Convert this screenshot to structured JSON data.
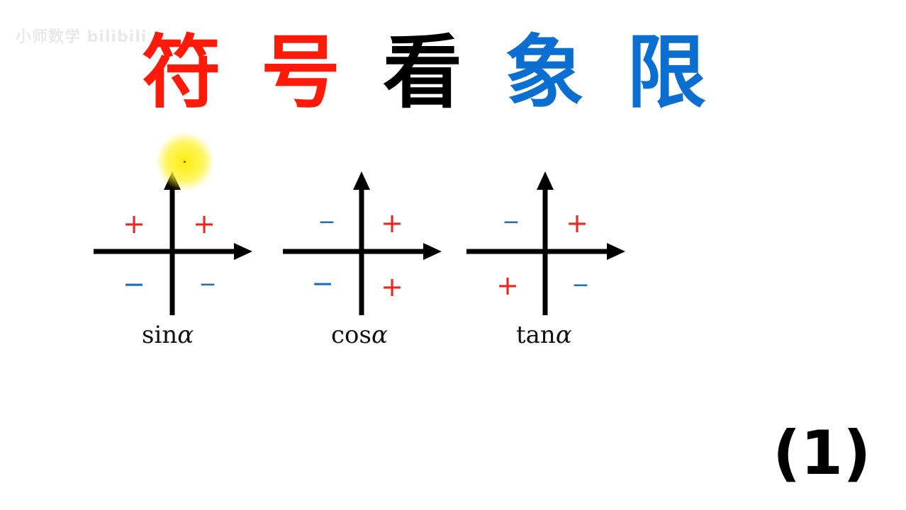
{
  "watermark": "小师数学 bilibili",
  "title": {
    "chars": [
      {
        "text": "符",
        "color": "#ff1a0a"
      },
      {
        "text": "号",
        "color": "#ff1a0a"
      },
      {
        "text": "看",
        "color": "#000000"
      },
      {
        "text": "象",
        "color": "#0a6fd0"
      },
      {
        "text": "限",
        "color": "#0a6fd0"
      }
    ]
  },
  "colors": {
    "plus": "#e8271e",
    "minus": "#1a6fbf",
    "axis": "#000000"
  },
  "diagrams": [
    {
      "label_fn": "sin",
      "label_var": "α",
      "q1": "+",
      "q2": "+",
      "q3": "−",
      "q4": "−"
    },
    {
      "label_fn": "cos",
      "label_var": "α",
      "q1": "+",
      "q2": "−",
      "q3": "−",
      "q4": "+"
    },
    {
      "label_fn": "tan",
      "label_var": "α",
      "q1": "+",
      "q2": "−",
      "q3": "+",
      "q4": "−"
    }
  ],
  "part_label": "(1)"
}
